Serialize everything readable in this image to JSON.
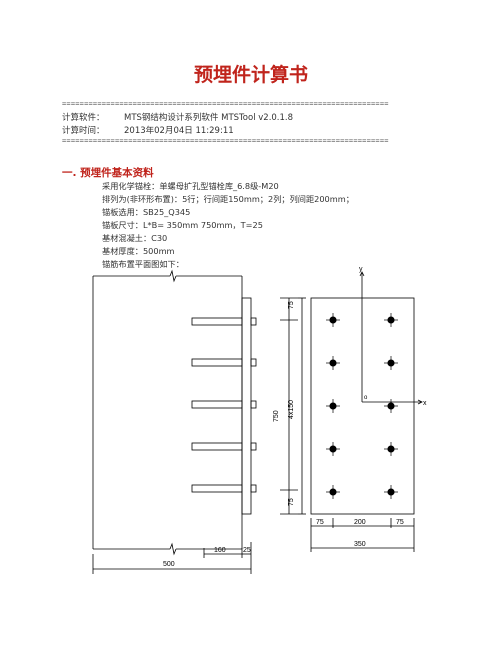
{
  "doc_title": "预埋件计算书",
  "separator": "==========================================================================",
  "meta": [
    {
      "label": "计算软件：",
      "value": "MTS钢结构设计系列软件  MTSTool v2.0.1.8"
    },
    {
      "label": "计算时间：",
      "value": "2013年02月04日  11:29:11"
    }
  ],
  "section": {
    "title": "一. 预埋件基本资料"
  },
  "lines": [
    "采用化学锚栓：单螺母扩孔型锚栓库_6.8级-M20",
    "排列为(非环形布置)：5行；行间距150mm；2列；列间距200mm；",
    "锚板选用：SB25_Q345",
    "锚板尺寸：L*B= 350mm  750mm，T=25",
    "基材混凝土：C30",
    "基材厚度：500mm",
    "锚筋布置平面图如下："
  ],
  "drawing": {
    "dim_side_75_top": "75",
    "dim_side_4x150": "4x150",
    "dim_side_75_bottom": "75",
    "dim_total_750": "750",
    "dim_bottom_75_left": "75",
    "dim_bottom_200": "200",
    "dim_bottom_75_right": "75",
    "dim_bottom_350": "350",
    "dim_160": "160",
    "dim_25": "25",
    "dim_500": "500",
    "axis_x": "x",
    "axis_y": "y",
    "origin": "o"
  }
}
